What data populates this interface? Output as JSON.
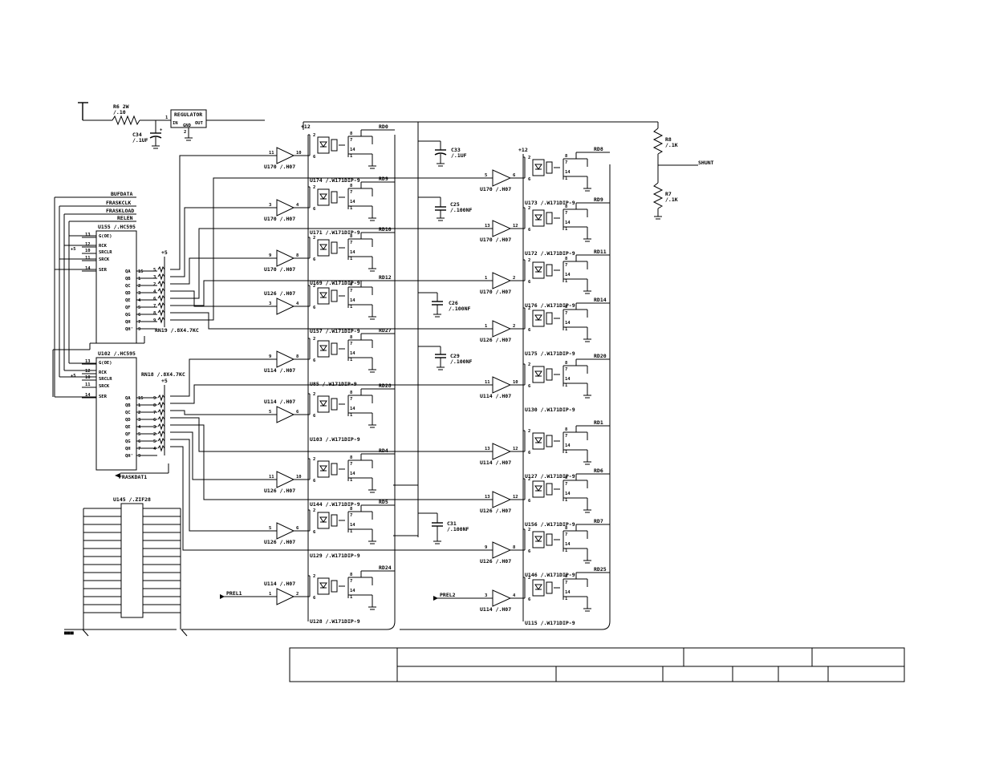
{
  "regulator": {
    "label": "REGULATOR",
    "in": "IN",
    "out": "OUT",
    "gnd": "GND",
    "pin1": "1",
    "pin2": "2"
  },
  "r6": {
    "name": "R6 2W",
    "value": "/.10"
  },
  "c34": {
    "name": "C34",
    "value": "/.1UF"
  },
  "c33": {
    "name": "C33",
    "value": "/.1UF"
  },
  "c25": {
    "name": "C25",
    "value": "/.100NF"
  },
  "c26": {
    "name": "C26",
    "value": "/.100NF"
  },
  "c29": {
    "name": "C29",
    "value": "/.100NF"
  },
  "c31": {
    "name": "C31",
    "value": "/.100NF"
  },
  "r8": {
    "name": "R8",
    "value": "/.1K"
  },
  "r7": {
    "name": "R7",
    "value": "/.1K"
  },
  "shunt": "SHUNT",
  "plus12": "+12",
  "plus5": "+5",
  "signals": {
    "bufdata": "BUFDATA",
    "fraskclk": "FRASKCLK",
    "fraskload": "FRASKLOAD",
    "relen": "RELEN",
    "fraskdat1": "FRASKDAT1",
    "prel1": "PREL1",
    "prel2": "PREL2"
  },
  "shift_regs": [
    {
      "name": "U155 /.HC595",
      "pins": {
        "g": "G(OE)",
        "rck": "RCK",
        "srclr": "SRCLR",
        "srck": "SRCK",
        "ser": "SER"
      },
      "pinnums": {
        "g": "13",
        "rck": "12",
        "srclr": "10",
        "srck": "11",
        "ser": "14"
      },
      "outs": [
        "QA",
        "QB",
        "QC",
        "QD",
        "QE",
        "QF",
        "QG",
        "QH",
        "QH'"
      ],
      "outnums": [
        "15",
        "1",
        "2",
        "3",
        "4",
        "5",
        "6",
        "7",
        "9"
      ]
    },
    {
      "name": "U102 /.HC595",
      "pins": {
        "g": "G(OE)",
        "rck": "RCK",
        "srclr": "SRCLR",
        "srck": "SRCK",
        "ser": "SER"
      },
      "pinnums": {
        "g": "13",
        "rck": "12",
        "srclr": "10",
        "srck": "11",
        "ser": "14"
      },
      "outs": [
        "QA",
        "QB",
        "QC",
        "QD",
        "QE",
        "QF",
        "QG",
        "QH",
        "QH'"
      ],
      "outnums": [
        "15",
        "1",
        "2",
        "3",
        "4",
        "5",
        "6",
        "7",
        "9"
      ]
    }
  ],
  "resnets": [
    {
      "name": "RN19 /.8X4.7KC",
      "pins": [
        "5",
        "3",
        "2",
        "4",
        "6",
        "7",
        "8",
        "9"
      ]
    },
    {
      "name": "RN18 /.8X4.7KC",
      "pins": [
        "9",
        "8",
        "7",
        "6",
        "3",
        "2",
        "5",
        "4"
      ]
    }
  ],
  "buffers_left": [
    {
      "part": "U170 /.H07",
      "in": "11",
      "out": "10"
    },
    {
      "part": "U170 /.H07",
      "in": "3",
      "out": "4"
    },
    {
      "part": "U170 /.H07",
      "in": "9",
      "out": "8"
    },
    {
      "part": "U126 /.H07",
      "in": "3",
      "out": "4"
    },
    {
      "part": "U114 /.H07",
      "in": "9",
      "out": "8"
    },
    {
      "part": "U114 /.H07",
      "in": "5",
      "out": "6"
    },
    {
      "part": "U126 /.H07",
      "in": "11",
      "out": "10"
    },
    {
      "part": "U126 /.H07",
      "in": "5",
      "out": "6"
    },
    {
      "part": "U114 /.H07",
      "in": "1",
      "out": "2"
    }
  ],
  "relays_left": [
    {
      "part": "U174 /.W171DIP-9",
      "net": "RD0"
    },
    {
      "part": "U171 /.W171DIP-9",
      "net": "RD9"
    },
    {
      "part": "U169 /.W171DIP-9",
      "net": "RD10"
    },
    {
      "part": "U157 /.W171DIP-9",
      "net": "RD12"
    },
    {
      "part": "U85 /.W171DIP-9",
      "net": "RD27"
    },
    {
      "part": "U103 /.W171DIP-9",
      "net": "RD28"
    },
    {
      "part": "U144 /.W171DIP-9",
      "net": "RD4"
    },
    {
      "part": "U129 /.W171DIP-9",
      "net": "RD5"
    },
    {
      "part": "U128 /.W171DIP-9",
      "net": "RD24"
    }
  ],
  "buffers_right": [
    {
      "part": "U170 /.H07",
      "in": "5",
      "out": "6"
    },
    {
      "part": "U170 /.H07",
      "in": "13",
      "out": "12"
    },
    {
      "part": "U170 /.H07",
      "in": "1",
      "out": "2"
    },
    {
      "part": "U126 /.H07",
      "in": "1",
      "out": "2"
    },
    {
      "part": "U114 /.H07",
      "in": "11",
      "out": "10"
    },
    {
      "part": "U114 /.H07",
      "in": "13",
      "out": "12"
    },
    {
      "part": "U126 /.H07",
      "in": "13",
      "out": "12"
    },
    {
      "part": "U126 /.H07",
      "in": "9",
      "out": "8"
    },
    {
      "part": "U114 /.H07",
      "in": "3",
      "out": "4"
    }
  ],
  "relays_right": [
    {
      "part": "U173 /.W171DIP-9",
      "net": "RD8"
    },
    {
      "part": "U172 /.W171DIP-9",
      "net": "RD9"
    },
    {
      "part": "U176 /.W171DIP-9",
      "net": "RD11"
    },
    {
      "part": "U175 /.W171DIP-9",
      "net": "RD14"
    },
    {
      "part": "U130 /.W171DIP-9",
      "net": "RD20"
    },
    {
      "part": "U127 /.W171DIP-9",
      "net": "RD1"
    },
    {
      "part": "U156 /.W171DIP-9",
      "net": "RD6"
    },
    {
      "part": "U146 /.W171DIP-9",
      "net": "RD7"
    },
    {
      "part": "U115 /.W171DIP-9",
      "net": "RD25"
    }
  ],
  "zif": {
    "name": "U145 /.ZIF28"
  },
  "relay_pins": {
    "p2": "2",
    "p6": "6",
    "p8": "8",
    "p7": "7",
    "p14": "14",
    "p1": "1"
  },
  "corner_mark": "■■■"
}
